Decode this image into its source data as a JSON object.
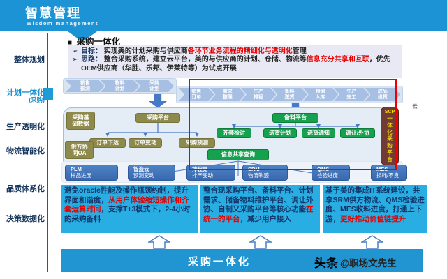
{
  "header": {
    "title": "智慧管理",
    "subtitle": "Wisdom management"
  },
  "sidebar": {
    "items": [
      {
        "label": "整体规划",
        "sub": ""
      },
      {
        "label": "计划一体化",
        "sub": "(采购)"
      },
      {
        "label": "生产透明化",
        "sub": ""
      },
      {
        "label": "物流智能化",
        "sub": ""
      },
      {
        "label": "品质体系化",
        "sub": ""
      },
      {
        "label": "决策数据化",
        "sub": ""
      }
    ]
  },
  "glyphs": {
    "square_bullet": "■",
    "arrow_bullet": "➢"
  },
  "main": {
    "section_title": "采购一体化",
    "goal": {
      "label": "目标：",
      "pre": "实现美的计划采购与供应商",
      "red": "各环节业务流程的精细化与透明化",
      "post": "管理"
    },
    "idea": {
      "label": "思路：",
      "pre": "整合采购系统，建立云平台，美的与供应商的计划、仓储、物流等",
      "red": "信息充分共享和互联",
      "post": "，优先OEM供应商（华胜、乐邦、伊莱特等）为试点开展"
    },
    "flow": {
      "row1": [
        "销售预测",
        "物料计划",
        "采购计划"
      ],
      "row2": [
        "销售订单",
        "需求整理",
        "生产排程",
        "备料送货",
        "检验入库",
        "生产完工",
        "成品出货"
      ]
    },
    "platform": {
      "base_data": "采购基础数据",
      "purchase_platform": "采购平台",
      "order_release": "订单下达",
      "order_change": "订单变动",
      "purchase_forecast": "采购预测",
      "supplier_oa": "供方协同OA",
      "material_platform": "备料平台",
      "kit_review": "齐套检讨",
      "delivery_plan": "送货计划",
      "delivery_notice": "送货通知",
      "transfer_outsource": "调让/外协",
      "info_share": "信息共享查询",
      "scp_tag": "SCP",
      "scp_name": "一体化采购平台",
      "cloud": "云"
    },
    "systems": [
      {
        "name": "PLM",
        "sub": "样品进度"
      },
      {
        "name": "智造云",
        "sub": "预测变动"
      },
      {
        "name": "排程易",
        "sub": "排产变动"
      },
      {
        "name": "SRM",
        "sub": "物流轨迹"
      },
      {
        "name": "QMS",
        "sub": "检验进度"
      },
      {
        "name": "MES",
        "sub": "损耗/不良"
      }
    ],
    "notes": [
      {
        "pre": "避免oracle性能及操作瓶颈约制，提升界面和谐度，",
        "red": "从用户体验缩短操作和齐套运算时间",
        "post": "，支撑T+3模式下，2-4小时的采购备料"
      },
      {
        "pre": "整合现采购平台、备料平台、计划需求、储备物料维护平台、调让外协、自制又采购平台等核心功能",
        "red": "在统一的平台",
        "post": "，减少用户接入"
      },
      {
        "pre": "基于美的集成IT系统建设，共享SRM供方物流、QMS检验进度、MES收料进度，打通上下游，",
        "red": "更好推动价值链提升",
        "post": ""
      }
    ],
    "footer_label": "采购一体化"
  },
  "watermark": {
    "brand": "头条",
    "handle": "@职场文先生"
  },
  "colors": {
    "header_blue": "#1b93d4",
    "note_cyan": "#29aee3",
    "green": "#15a14e",
    "olive": "#8e8a4b",
    "maroon": "#6f3b33",
    "system_blue": "#4377bd",
    "red": "#e60000",
    "footer_blue": "#2095d2"
  }
}
